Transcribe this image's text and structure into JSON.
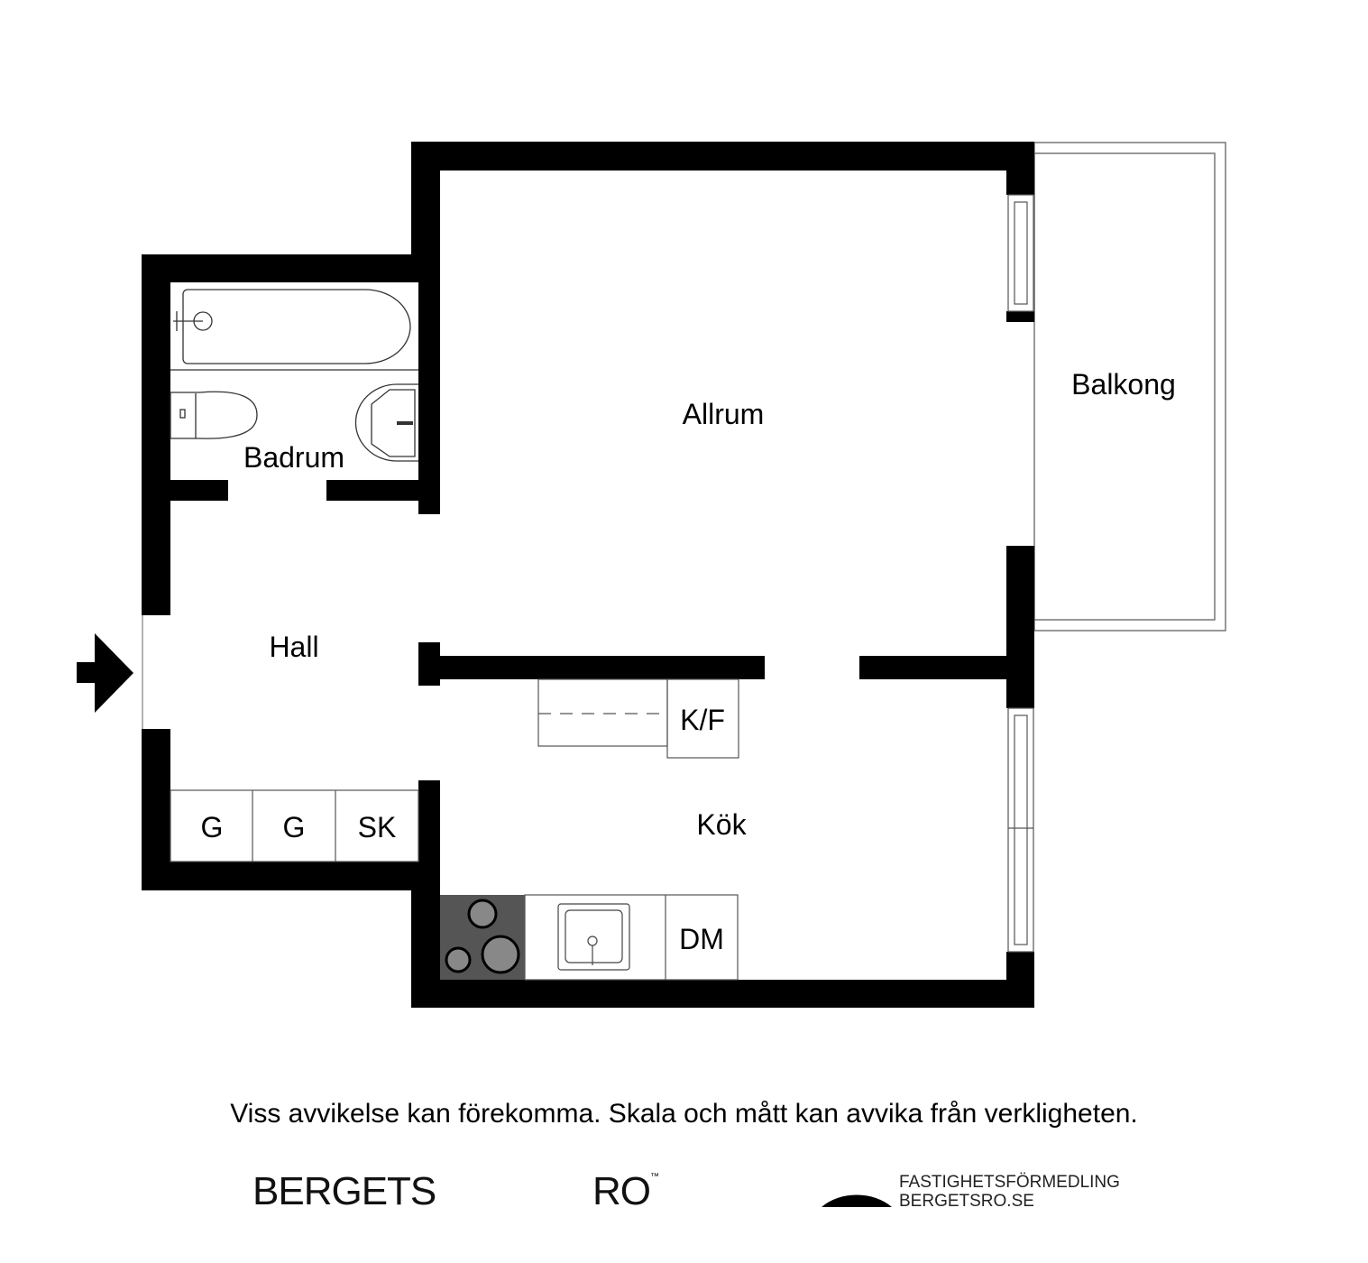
{
  "rooms": {
    "allrum": "Allrum",
    "balkong": "Balkong",
    "badrum": "Badrum",
    "hall": "Hall",
    "kok": "Kök",
    "kf": "K/F",
    "dm": "DM",
    "closets": [
      "G",
      "G",
      "SK"
    ]
  },
  "disclaimer": "Viss avvikelse kan förekomma. Skala och mått kan avvika från verkligheten.",
  "logo": {
    "left": "BERGETS",
    "right": "RO",
    "tm": "™"
  },
  "brand": {
    "line1": "FASTIGHETSFÖRMEDLING",
    "line2": "BERGETSRO.SE"
  },
  "colors": {
    "wall": "#000000",
    "stove": "#555555"
  }
}
